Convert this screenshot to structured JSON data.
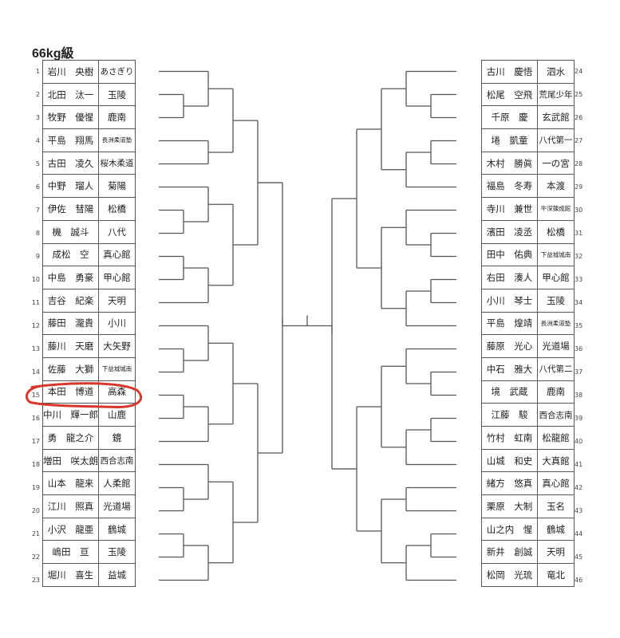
{
  "title": "66kg級",
  "left": [
    {
      "no": "1",
      "name": "岩川　央樹",
      "club": "あさぎり"
    },
    {
      "no": "2",
      "name": "北田　汰一",
      "club": "玉陵"
    },
    {
      "no": "3",
      "name": "牧野　優惺",
      "club": "鹿南"
    },
    {
      "no": "4",
      "name": "平島　翔馬",
      "club": "長洲柔道塾"
    },
    {
      "no": "5",
      "name": "古田　凌久",
      "club": "桜木柔道"
    },
    {
      "no": "6",
      "name": "中野　瑠人",
      "club": "菊陽"
    },
    {
      "no": "7",
      "name": "伊佐　彗陽",
      "club": "松橋"
    },
    {
      "no": "8",
      "name": "機　誠斗",
      "club": "八代"
    },
    {
      "no": "9",
      "name": "成松　空",
      "club": "真心館"
    },
    {
      "no": "10",
      "name": "中島　勇豪",
      "club": "甲心館"
    },
    {
      "no": "11",
      "name": "吉谷　紀楽",
      "club": "天明"
    },
    {
      "no": "12",
      "name": "藤田　瀧貴",
      "club": "小川"
    },
    {
      "no": "13",
      "name": "藤川　天磨",
      "club": "大矢野"
    },
    {
      "no": "14",
      "name": "佐藤　大獅",
      "club": "下益城城南"
    },
    {
      "no": "15",
      "name": "本田　博道",
      "club": "高森"
    },
    {
      "no": "16",
      "name": "中川　輝一郎",
      "club": "山鹿"
    },
    {
      "no": "17",
      "name": "勇　龍之介",
      "club": "鏡"
    },
    {
      "no": "18",
      "name": "増田　咲太朗",
      "club": "西合志南"
    },
    {
      "no": "19",
      "name": "山本　龍来",
      "club": "人柔館"
    },
    {
      "no": "20",
      "name": "江川　照真",
      "club": "光道場"
    },
    {
      "no": "21",
      "name": "小沢　龍亜",
      "club": "鶴城"
    },
    {
      "no": "22",
      "name": "嶋田　亘",
      "club": "玉陵"
    },
    {
      "no": "23",
      "name": "堀川　喜生",
      "club": "益城"
    }
  ],
  "right": [
    {
      "no": "24",
      "name": "古川　慶悟",
      "club": "泗水"
    },
    {
      "no": "25",
      "name": "松尾　空飛",
      "club": "荒尾少年"
    },
    {
      "no": "26",
      "name": "千原　慶",
      "club": "玄武館"
    },
    {
      "no": "27",
      "name": "埢　凱童",
      "club": "八代第一"
    },
    {
      "no": "28",
      "name": "木村　勝眞",
      "club": "一の宮"
    },
    {
      "no": "29",
      "name": "福島　冬寿",
      "club": "本渡"
    },
    {
      "no": "30",
      "name": "寺川　兼世",
      "club": "牛深錬成館"
    },
    {
      "no": "31",
      "name": "濱田　凌丞",
      "club": "松橋"
    },
    {
      "no": "32",
      "name": "田中　佑典",
      "club": "下益城城南"
    },
    {
      "no": "33",
      "name": "右田　湊人",
      "club": "甲心館"
    },
    {
      "no": "34",
      "name": "小川　琴士",
      "club": "玉陵"
    },
    {
      "no": "35",
      "name": "平島　煌靖",
      "club": "長洲柔道塾"
    },
    {
      "no": "36",
      "name": "藤原　光心",
      "club": "光道場"
    },
    {
      "no": "37",
      "name": "中石　雅大",
      "club": "八代第二"
    },
    {
      "no": "38",
      "name": "境　武蔵",
      "club": "鹿南"
    },
    {
      "no": "39",
      "name": "江藤　駿",
      "club": "西合志南"
    },
    {
      "no": "40",
      "name": "竹村　虹南",
      "club": "松龍館"
    },
    {
      "no": "41",
      "name": "山城　和史",
      "club": "大真館"
    },
    {
      "no": "42",
      "name": "緒方　悠真",
      "club": "真心館"
    },
    {
      "no": "43",
      "name": "栗原　大制",
      "club": "玉名"
    },
    {
      "no": "44",
      "name": "山之内　惺",
      "club": "鶴城"
    },
    {
      "no": "45",
      "name": "新井　創誠",
      "club": "天明"
    },
    {
      "no": "46",
      "name": "松岡　光琉",
      "club": "竜北"
    }
  ],
  "bracket": {
    "left": [
      [
        [
          [
            1,
            [
              2,
              3
            ]
          ],
          [
            4,
            5
          ]
        ],
        [
          [
            6,
            [
              7,
              8
            ]
          ],
          [
            [
              9,
              10
            ],
            11
          ]
        ]
      ],
      [
        [
          [
            12,
            [
              13,
              14
            ]
          ],
          [
            [
              15,
              16
            ],
            17
          ]
        ],
        [
          [
            18,
            [
              19,
              20
            ]
          ],
          [
            [
              21,
              22
            ],
            23
          ]
        ]
      ]
    ],
    "right": [
      [
        [
          [
            24,
            [
              25,
              26
            ]
          ],
          [
            [
              27,
              28
            ],
            29
          ]
        ],
        [
          [
            30,
            [
              31,
              32
            ]
          ],
          [
            [
              33,
              34
            ],
            35
          ]
        ]
      ],
      [
        [
          [
            36,
            [
              37,
              38
            ]
          ],
          [
            [
              39,
              40
            ],
            41
          ]
        ],
        [
          [
            42,
            43
          ],
          [
            [
              44,
              45
            ],
            46
          ]
        ]
      ]
    ]
  },
  "highlight": {
    "entry_no": "15",
    "color": "#d9362b"
  }
}
